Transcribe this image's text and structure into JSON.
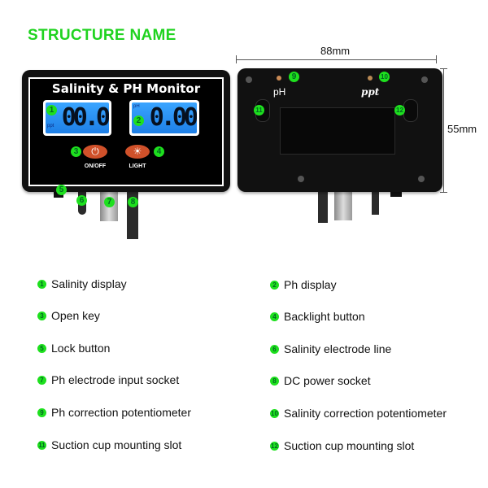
{
  "title": "STRUCTURE NAME",
  "front": {
    "device_title": "Salinity & PH Monitor",
    "left_display": {
      "value": "00.0",
      "unit": "ppt"
    },
    "right_display": {
      "value": "0.00",
      "unit": "pH"
    },
    "power_button_label": "ON/OFF",
    "light_button_label": "LIGHT"
  },
  "back": {
    "ph_label": "pH",
    "ppt_label": "ppt",
    "width_dimension": "88mm",
    "height_dimension": "55mm"
  },
  "callouts": [
    "1",
    "2",
    "3",
    "4",
    "5",
    "6",
    "7",
    "8",
    "9",
    "10",
    "11",
    "12"
  ],
  "legend": [
    {
      "num": "1",
      "label": "Salinity display"
    },
    {
      "num": "2",
      "label": "Ph display"
    },
    {
      "num": "3",
      "label": "Open key"
    },
    {
      "num": "4",
      "label": "Backlight button"
    },
    {
      "num": "5",
      "label": "Lock button"
    },
    {
      "num": "6",
      "label": "Salinity electrode line"
    },
    {
      "num": "7",
      "label": "Ph electrode input socket"
    },
    {
      "num": "8",
      "label": "DC power socket"
    },
    {
      "num": "9",
      "label": "Ph correction potentiometer"
    },
    {
      "num": "10",
      "label": "Salinity correction potentiometer"
    },
    {
      "num": "11",
      "label": "Suction cup mounting slot"
    },
    {
      "num": "12",
      "label": "Suction cup mounting slot"
    }
  ],
  "colors": {
    "callout": "#1ee01e",
    "title": "#1fd31f",
    "button": "#d0512a",
    "lcd": "#2a93f5"
  }
}
